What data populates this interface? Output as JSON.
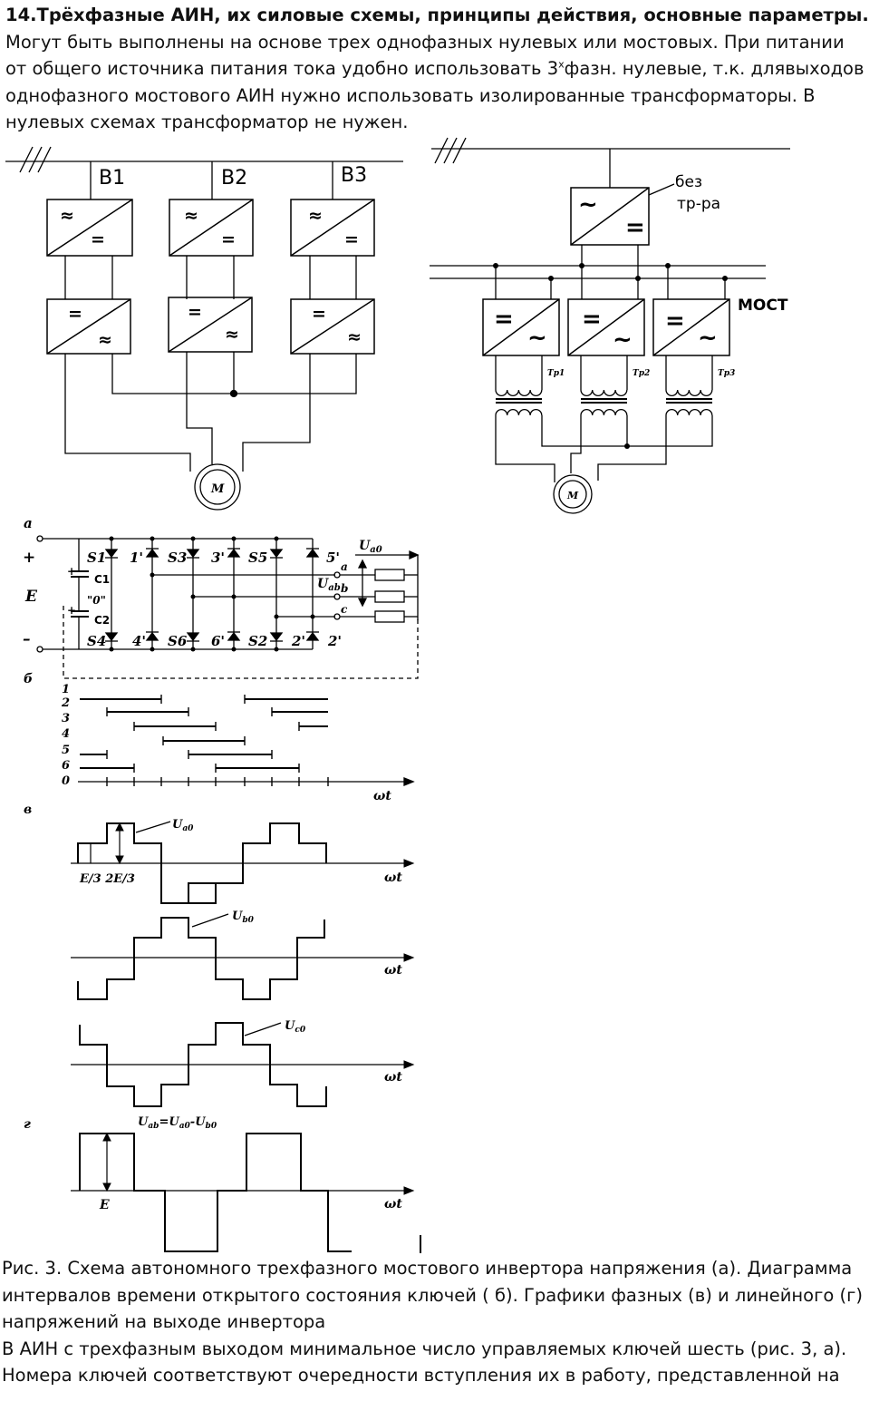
{
  "intro": {
    "title": "14.Трёхфазные АИН, их силовые схемы, принципы действия, основные параметры.",
    "body_part1": "Могут быть выполнены на основе трех однофазных нулевых или мостовых. При питании от общего источника питания тока удобно использовать 3",
    "superscript": "х",
    "body_part2": "фазн. нулевые, т.к. длявыходов однофазного мостового АИН нужно использовать изолированные трансформаторы. В нулевых схемах трансформатор не нужен."
  },
  "fig_left": {
    "labels": [
      "В1",
      "В2",
      "В3"
    ],
    "rect_sym": "≈",
    "dc_sym": "=",
    "motor": "М"
  },
  "fig_right": {
    "note_line1": "без",
    "note_line2": "тр-ра",
    "bridge_label": "МОСТ",
    "ac_sym": "~",
    "dc_sym": "=",
    "transformers": [
      "Тр1",
      "Тр2",
      "Тр3"
    ],
    "motor": "М"
  },
  "scheme": {
    "panel": "а",
    "plus": "+",
    "minus": "–",
    "source": "E",
    "cap_plus": "+",
    "cap1": "C1",
    "cap2": "C2",
    "mid": "\"0\"",
    "top_switches": [
      "S1",
      "1'",
      "S3",
      "3'",
      "S5",
      "5'"
    ],
    "bottom_switches": [
      "S4",
      "4'",
      "S6",
      "6'",
      "S2",
      "2'",
      "2'"
    ],
    "ua0": "U",
    "ua0_sub": "a0",
    "uab": "U",
    "uab_sub": "ab",
    "out_a": "a",
    "out_b": "b",
    "out_c": "c"
  },
  "timing": {
    "panel": "б",
    "rows": [
      "1",
      "2",
      "3",
      "4",
      "5",
      "6",
      "0"
    ],
    "axis": "ωt"
  },
  "phase": {
    "panel": "в",
    "ua0": "U",
    "ua0_sub": "a0",
    "ub0": "U",
    "ub0_sub": "b0",
    "uc0": "U",
    "uc0_sub": "c0",
    "levels": "E/3 2E/3",
    "axis": "ωt"
  },
  "line": {
    "panel": "г",
    "formula": "U",
    "formula_sub": "ab",
    "formula_rest": "=U",
    "formula_sub2": "a0",
    "formula_rest2": "-U",
    "formula_sub3": "b0",
    "amplitude": "E",
    "axis": "ωt"
  },
  "caption": {
    "p1": "Рис. 3. Схема автономного трехфазного мостового инвертора напряжения (а). Диаграмма интервалов времени открытого состояния ключей ( б). Графики фазных (в) и линейного (г) напряжений на выходе инвертора",
    "p2": "В АИН с трехфазным выходом минимальное число управляемых ключей шесть (рис. 3, а). Номера ключей соответствуют очередности вступления их в работу, представленной на"
  }
}
